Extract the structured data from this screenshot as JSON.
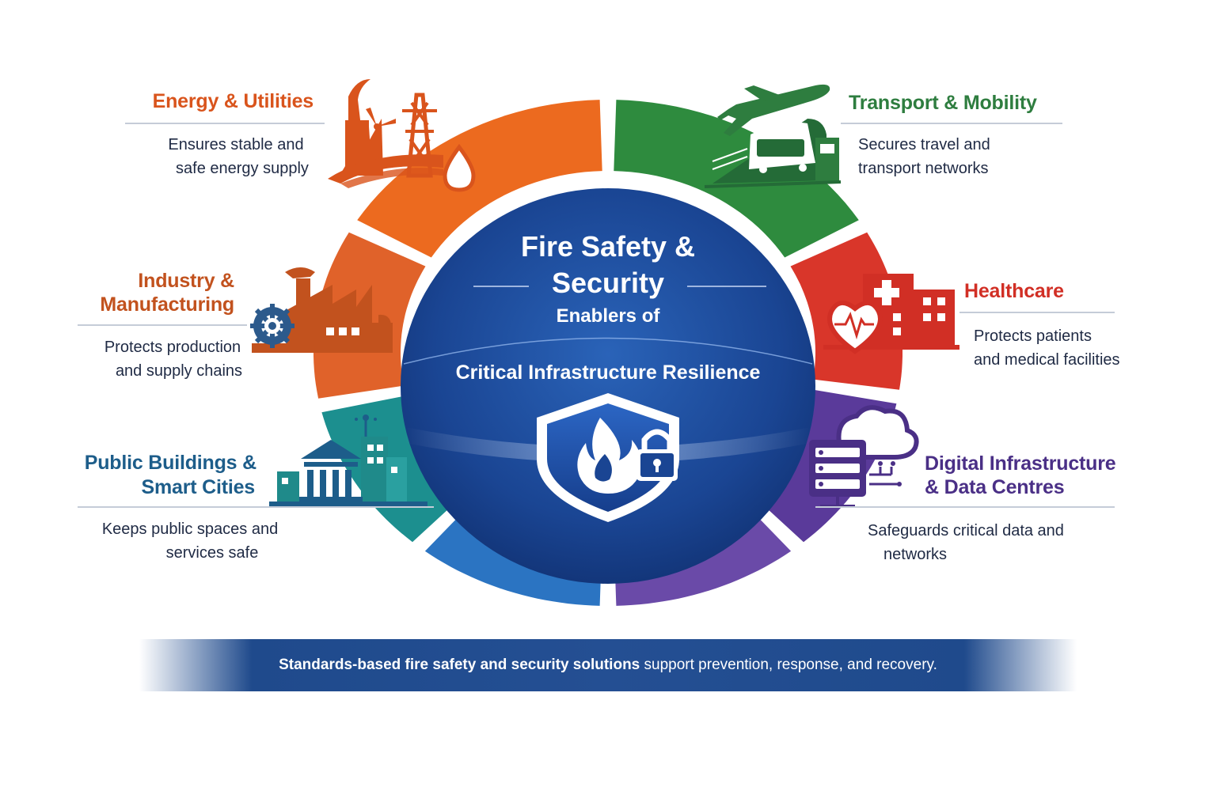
{
  "center": {
    "title_line1": "Fire Safety &",
    "title_line2": "Security",
    "subtitle": "Enablers of",
    "tagline": "Critical Infrastructure Resilience",
    "icon": "shield-flame-lock-icon"
  },
  "sectors": {
    "energy": {
      "title": "Energy & Utilities",
      "desc_line1": "Ensures stable and",
      "desc_line2": "safe energy supply",
      "color": "#d9541c",
      "icon": "power-plant-icon"
    },
    "transport": {
      "title": "Transport & Mobility",
      "desc_line1": "Secures travel and",
      "desc_line2": "transport networks",
      "color": "#2e7d3f",
      "icon": "plane-train-icon"
    },
    "industry": {
      "title_line1": "Industry &",
      "title_line2": "Manufacturing",
      "desc_line1": "Protects production",
      "desc_line2": "and supply chains",
      "color": "#c2521e",
      "icon": "factory-gear-icon"
    },
    "healthcare": {
      "title": "Healthcare",
      "desc_line1": "Protects patients",
      "desc_line2": "and medical facilities",
      "color": "#d12f25",
      "icon": "hospital-heart-icon"
    },
    "public": {
      "title_line1": "Public Buildings &",
      "title_line2": "Smart Cities",
      "desc_line1": "Keeps public spaces and",
      "desc_line2": "services safe",
      "color": "#1d5d8a",
      "icon": "city-building-icon"
    },
    "digital": {
      "title_line1": "Digital Infrastructure",
      "title_line2": "& Data Centres",
      "desc_line1": "Safeguards critical data and",
      "desc_line2": "networks",
      "color": "#4a2f86",
      "icon": "server-cloud-icon"
    }
  },
  "footer": {
    "bold": "Standards-based fire safety and security solutions",
    "rest": " support prevention, response, and recovery."
  }
}
